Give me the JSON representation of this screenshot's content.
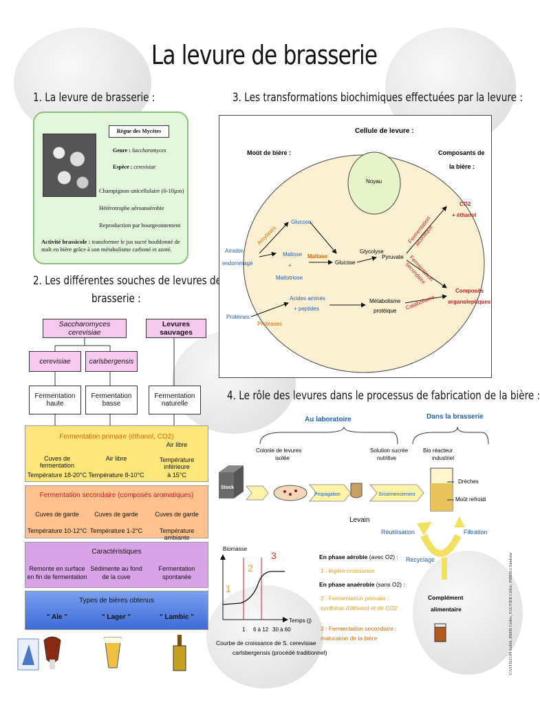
{
  "title": "La levure de brasserie",
  "section1": {
    "heading": "1. La levure de brasserie :",
    "regne": "Règne des Mycètes",
    "genre_label": "Genre :",
    "genre_value": "Saccharomyces",
    "espece_label": "Espèce :",
    "espece_value": "cerevisiae",
    "facts": [
      "Champignon unicellulaire (6-10µm)",
      "Hétérotrophe aéroanaérobie",
      "Reproduction par bourgeonnement"
    ],
    "activite_label": "Activité brassicole :",
    "activite_text": "transformer le jus sucré houblonné de malt en bière grâce à son métabolisme carboné et azoté."
  },
  "section2": {
    "heading_line1": "2. Les différentes souches de levures de",
    "heading_line2": "brasserie :",
    "top_left": "Saccharomyces cerevisiae",
    "top_right": "Levures sauvages",
    "sub1": "cerevisiae",
    "sub2": "carlsbergensis",
    "ferm": [
      "Fermentation haute",
      "Fermentation basse",
      "Fermentation naturelle"
    ],
    "primaire": {
      "title": "Fermentation primaire (éthanol, CO2)",
      "c1_a": "Cuves de fermentation",
      "c1_b": "Température 18-20°C",
      "c2_a": "Air libre",
      "c2_b": "Température 8-10°C",
      "c3_a": "Air libre",
      "c3_b": "Température inférieure",
      "c3_c": "à 15°C"
    },
    "secondaire": {
      "title": "Fermentation secondaire (composés aromatiques)",
      "c1_a": "Cuves de garde",
      "c1_b": "Température 10-12°C",
      "c2_a": "Cuves de garde",
      "c2_b": "Température 1-2°C",
      "c3_a": "Cuves de garde",
      "c3_b": "Température ambiante"
    },
    "caract": {
      "title": "Caractéristiques",
      "c1_a": "Remonte en surface",
      "c1_b": "en fin de fermentation",
      "c2_a": "Sédimente au fond",
      "c2_b": "de la cuve",
      "c3_a": "Fermentation",
      "c3_b": "spontanée"
    },
    "types": {
      "title": "Types de bières obtenus",
      "t1": "\" Ale \"",
      "t2": "\" Lager \"",
      "t3": "\" Lambic \""
    }
  },
  "section3": {
    "heading": "3. Les transformations biochimiques effectuées par la levure :",
    "cell_title": "Cellule de levure :",
    "mout": "Moût de bière :",
    "composants_1": "Composants de",
    "composants_2": "la bière :",
    "noyau": "Noyau",
    "amidon_1": "Amidon",
    "amidon_2": "endommagé",
    "amylases": "Amylases",
    "glucose": "Glucose",
    "maltose": "Maltose",
    "plus": "+",
    "maltotriose": "Maltotriose",
    "maltase": "Maltase",
    "glucose2": "Glucose",
    "glycolyse": "Glycolyse",
    "pyruvate": "Pyruvate",
    "ferm_alc_1": "Fermentation",
    "ferm_alc_2": "alcoolique",
    "co2_1": "CO2",
    "co2_2": "+ éthanol",
    "ferm_sec_1": "Fermentation",
    "ferm_sec_2": "secondaire",
    "catabolisme": "Catabolisme",
    "proteines": "Protéines",
    "proteases": "Protéases",
    "acides_1": "Acides aminés",
    "acides_2": "+ peptides",
    "metab_1": "Métabolisme",
    "metab_2": "protéique",
    "composes_1": "Composés",
    "composes_2": "organoleptiques"
  },
  "section4": {
    "heading": "4. Le rôle des levures dans le processus de fabrication de la bière :",
    "au_labo": "Au laboratoire",
    "dans_brasserie": "Dans la brasserie",
    "colonie_1": "Colonie de levures",
    "colonie_2": "isolée",
    "solution_1": "Solution sucrée",
    "solution_2": "nutritive",
    "bio_1": "Bio réacteur",
    "bio_2": "industriel",
    "stock": "Stock",
    "propagation": "Propagation",
    "ensemencement": "Ensemencement",
    "levain": "Levain",
    "dreches": "Drèches",
    "mout_refroidi": "Moût refroidi",
    "reutilisation": "Réutilisation",
    "filtration": "Filtration",
    "recyclage": "Recyclage",
    "complement_1": "Complément",
    "complement_2": "alimentaire",
    "biomasse": "Biomasse",
    "temps": "Temps (j)",
    "phase_nums": [
      "1",
      "2",
      "3"
    ],
    "x_ticks": [
      "1",
      "6 à 12",
      "30 à 60"
    ],
    "courbe_1": "Courbe de croissance de S. cerevisiae",
    "courbe_2": "carlsbergensis (procédé traditionnel)",
    "aero_title": "En phase aérobie",
    "aero_sub": "(avec O2) :",
    "aero_item": "1 : légère croissance.",
    "anaero_title": "En phase anaérobie",
    "anaero_sub": "(sans O2) :",
    "anaero_item2_1": "2 : Fermentation primaire :",
    "anaero_item2_2": "synthèse d'éthanol et de CO2",
    "anaero_item3_1": "3 : Fermentation secondaire :",
    "anaero_item3_2": "maturation de la bière",
    "credits": "CASTILLON Judith, ERER Cédric, FAUTIER Cédric, PIBERA Sandrine"
  },
  "colors": {
    "card_bg": "#e3f7dc",
    "primaire": "#ffe67a",
    "secondaire": "#ffc28e",
    "caract": "#d9a3e8",
    "types": "#5a86e8",
    "blue_text": "#1f5fb5",
    "orange_text": "#d46a00",
    "red_text": "#c21f1f",
    "cell_fill": "#fbf0d2"
  }
}
